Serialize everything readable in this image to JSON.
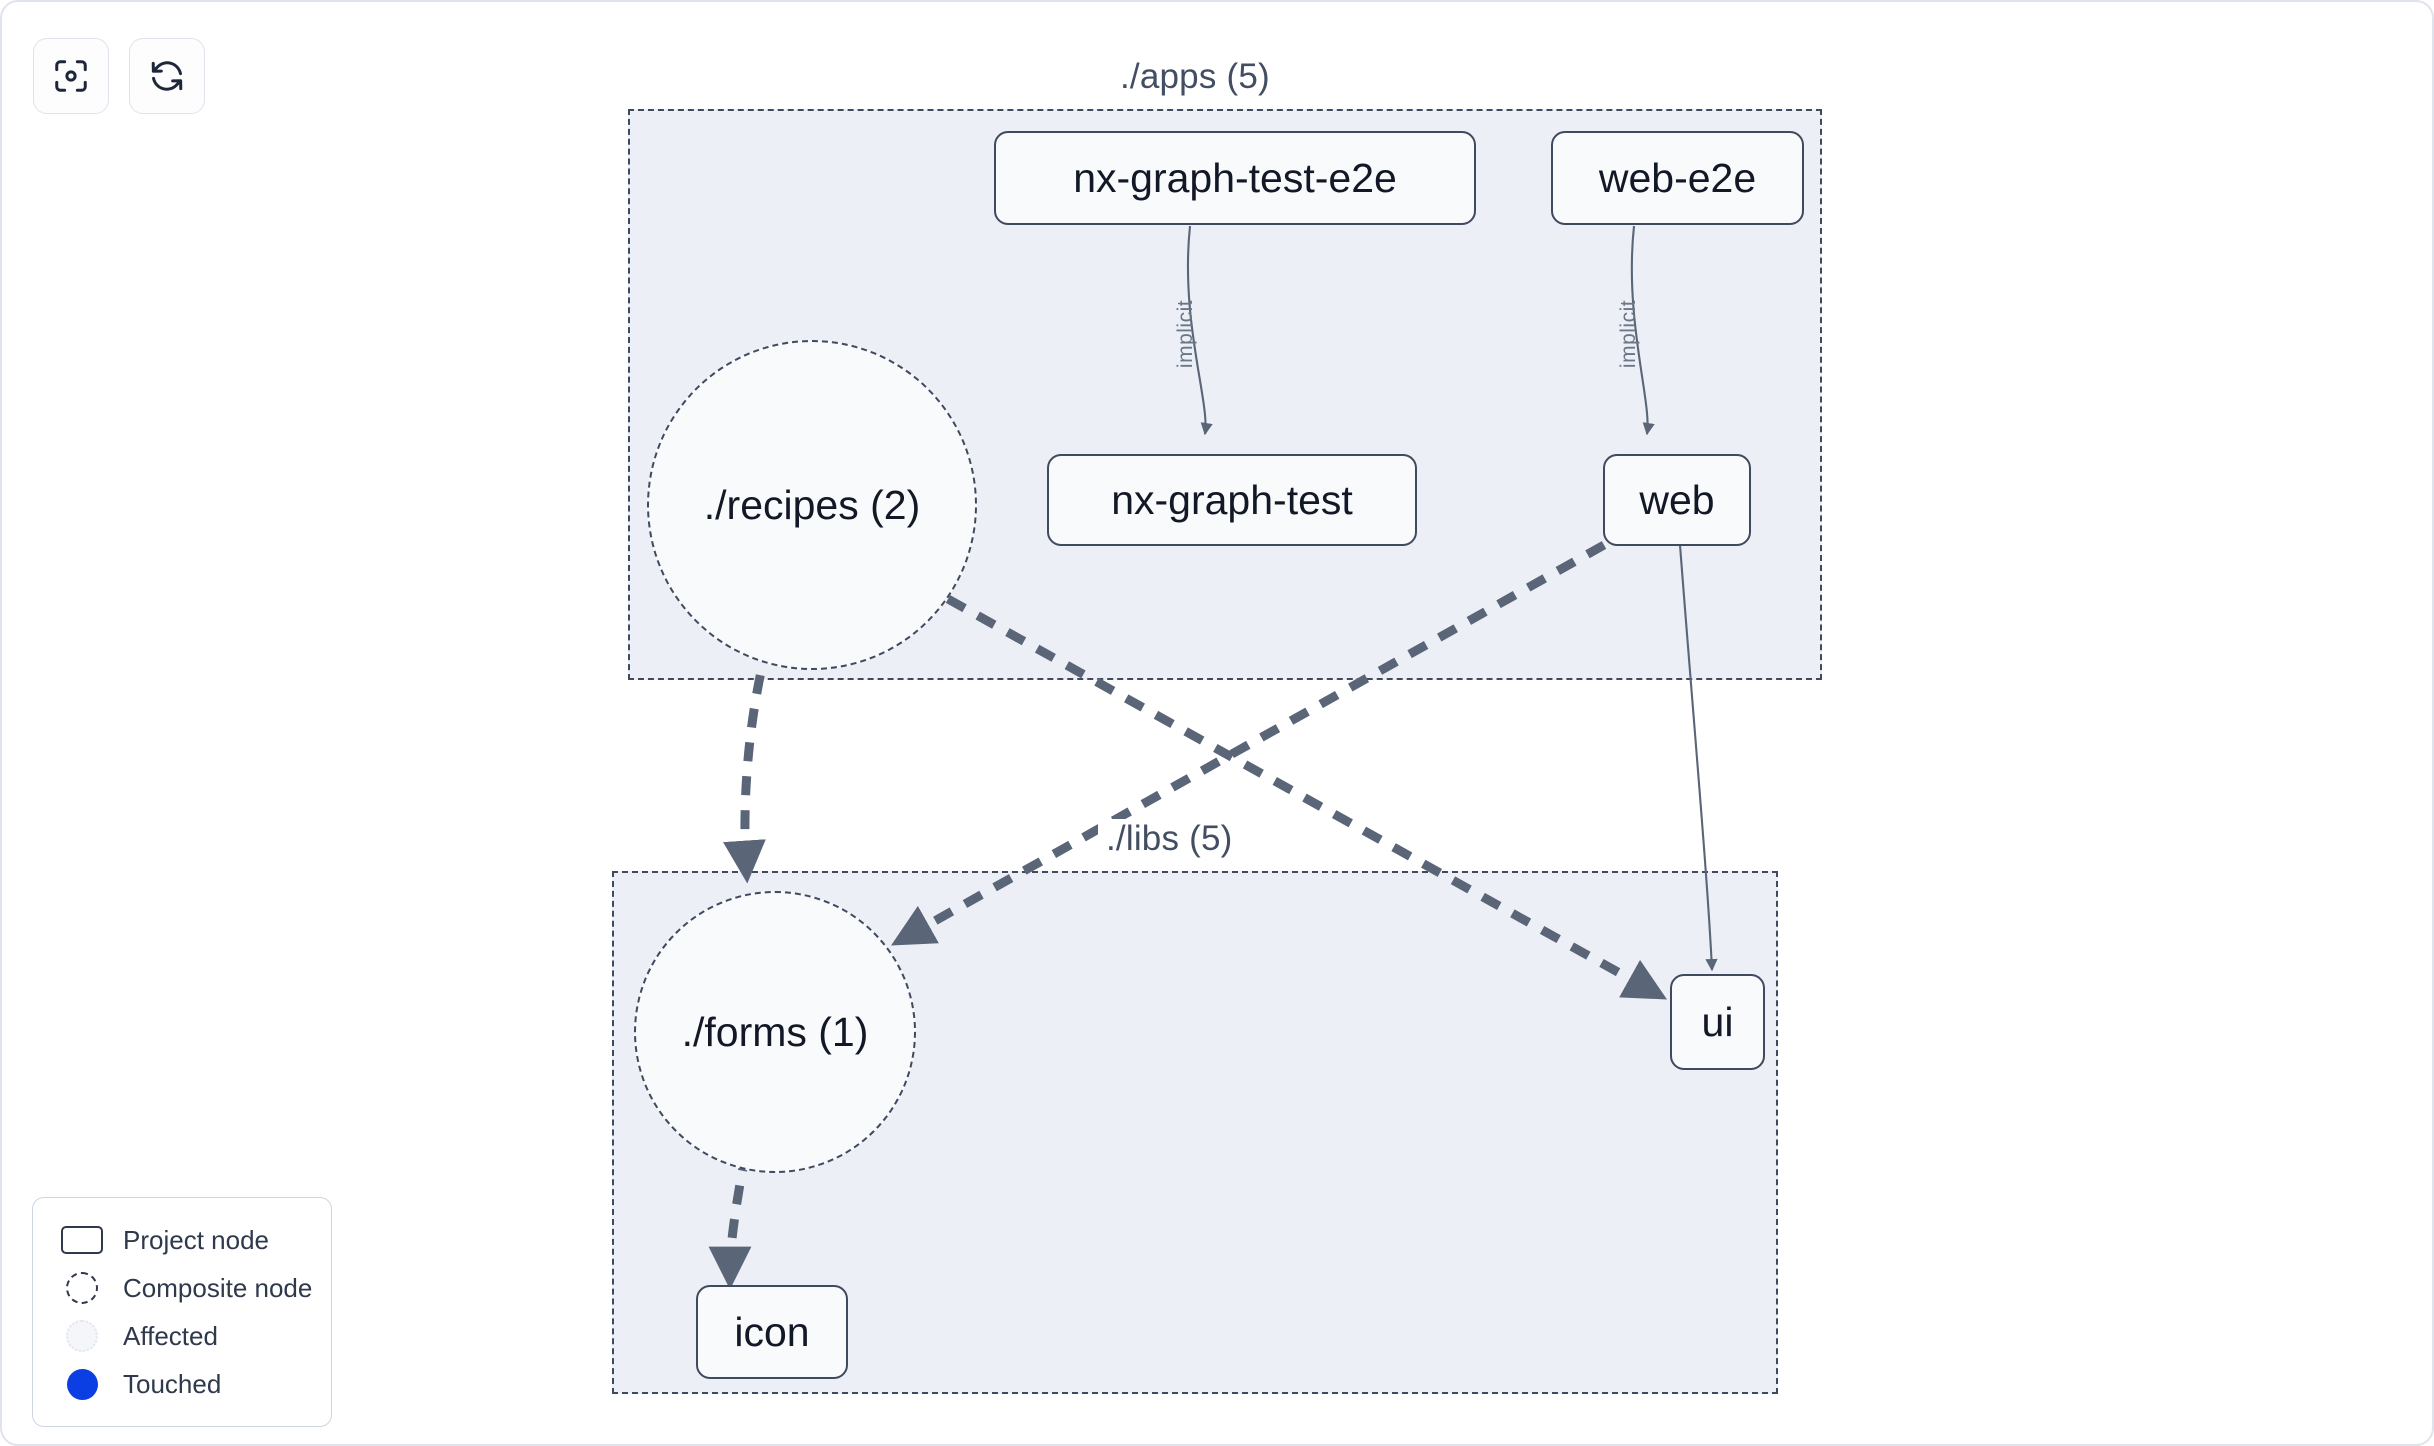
{
  "toolbar": {
    "buttons": [
      {
        "name": "focus-graph-button",
        "icon": "select-target-icon",
        "label": ""
      },
      {
        "name": "refresh-graph-button",
        "icon": "refresh-icon",
        "label": ""
      }
    ]
  },
  "graph": {
    "groups": [
      {
        "id": "apps",
        "label": "./apps (5)"
      },
      {
        "id": "libs",
        "label": "./libs (5)"
      }
    ],
    "nodes": [
      {
        "id": "nx-graph-test-e2e",
        "label": "nx-graph-test-e2e",
        "type": "project",
        "group": "apps"
      },
      {
        "id": "web-e2e",
        "label": "web-e2e",
        "type": "project",
        "group": "apps"
      },
      {
        "id": "recipes",
        "label": "./recipes (2)",
        "type": "composite",
        "group": "apps"
      },
      {
        "id": "nx-graph-test",
        "label": "nx-graph-test",
        "type": "project",
        "group": "apps"
      },
      {
        "id": "web",
        "label": "web",
        "type": "project",
        "group": "apps"
      },
      {
        "id": "forms",
        "label": "./forms (1)",
        "type": "composite",
        "group": "libs"
      },
      {
        "id": "ui",
        "label": "ui",
        "type": "project",
        "group": "libs"
      },
      {
        "id": "icon",
        "label": "icon",
        "type": "project",
        "group": "libs"
      }
    ],
    "edges": [
      {
        "from": "nx-graph-test-e2e",
        "to": "nx-graph-test",
        "label": "implicit",
        "style": "solid"
      },
      {
        "from": "web-e2e",
        "to": "web",
        "label": "implicit",
        "style": "solid"
      },
      {
        "from": "web",
        "to": "ui",
        "label": "",
        "style": "solid"
      },
      {
        "from": "recipes",
        "to": "forms",
        "label": "",
        "style": "dashed"
      },
      {
        "from": "recipes",
        "to": "ui",
        "label": "",
        "style": "dashed"
      },
      {
        "from": "web",
        "to": "forms",
        "label": "",
        "style": "dashed"
      },
      {
        "from": "forms",
        "to": "icon",
        "label": "",
        "style": "dashed"
      }
    ]
  },
  "legend": {
    "items": [
      {
        "swatch": "project-node-swatch",
        "label": "Project node"
      },
      {
        "swatch": "composite-node-swatch",
        "label": "Composite node"
      },
      {
        "swatch": "affected-node-swatch",
        "label": "Affected"
      },
      {
        "swatch": "touched-node-swatch",
        "label": "Touched"
      }
    ]
  },
  "colors": {
    "group_fill": "#ecf0f6",
    "node_fill": "#f8fafc",
    "stroke": "#3f4a5f",
    "edge": "#5a6578",
    "touched": "#0b3fe3",
    "page_border": "#dfe3ec"
  }
}
